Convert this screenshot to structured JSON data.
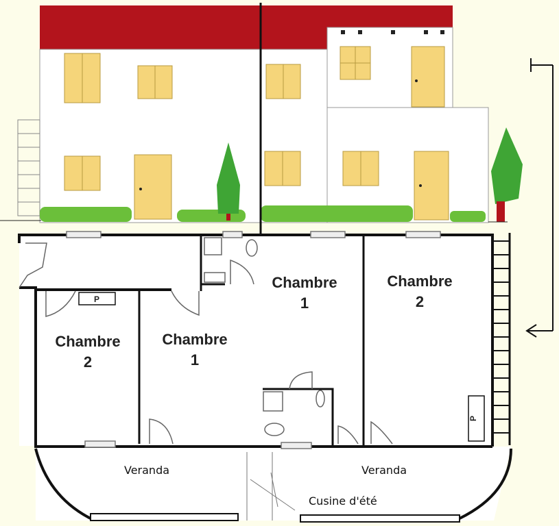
{
  "rooms_left": [
    {
      "name": "Chambre",
      "number": "2"
    },
    {
      "name": "Chambre",
      "number": "1"
    }
  ],
  "rooms_right": [
    {
      "name": "Chambre",
      "number": "1"
    },
    {
      "name": "Chambre",
      "number": "2"
    }
  ],
  "veranda_left": "Veranda",
  "veranda_right": "Veranda",
  "summer_kitchen": "Cusine d'été",
  "cupboard_mark": "P",
  "colors": {
    "roof": "#b3141c",
    "window": "#f5d57a",
    "background": "#fdfdea",
    "hedge": "#6bbf3a",
    "tree": "#3fa535"
  }
}
